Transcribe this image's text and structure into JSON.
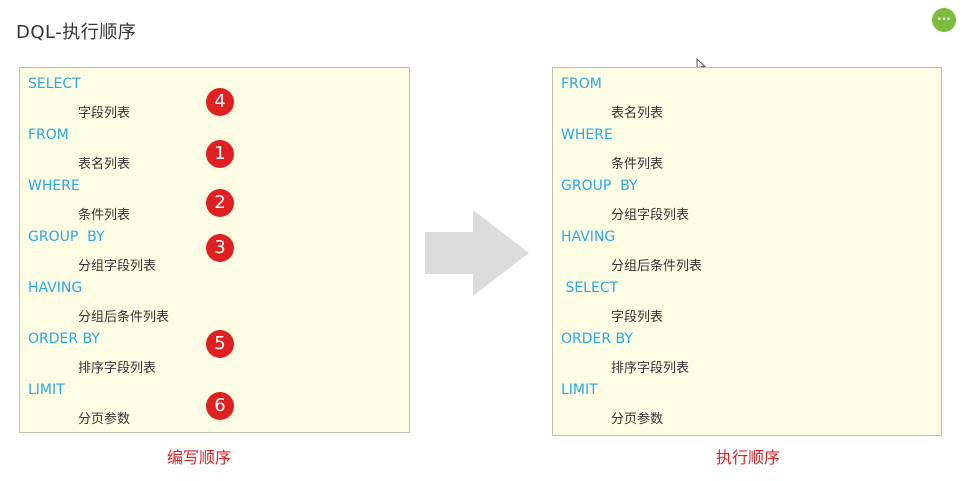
{
  "title": "DQL-执行顺序",
  "more_button": "···",
  "left": {
    "caption": "编写顺序",
    "items": [
      {
        "keyword": "SELECT",
        "detail": "字段列表",
        "badge": "4"
      },
      {
        "keyword": "FROM",
        "detail": "表名列表",
        "badge": "1"
      },
      {
        "keyword": "WHERE",
        "detail": "条件列表",
        "badge": "2"
      },
      {
        "keyword": "GROUP  BY",
        "detail": "分组字段列表",
        "badge": "3"
      },
      {
        "keyword": "HAVING",
        "detail": "分组后条件列表",
        "badge": ""
      },
      {
        "keyword": "ORDER BY",
        "detail": "排序字段列表",
        "badge": "5"
      },
      {
        "keyword": "LIMIT",
        "detail": "分页参数",
        "badge": "6"
      }
    ]
  },
  "right": {
    "caption": "执行顺序",
    "items": [
      {
        "keyword": "FROM",
        "detail": "表名列表"
      },
      {
        "keyword": "WHERE",
        "detail": "条件列表"
      },
      {
        "keyword": "GROUP  BY",
        "detail": "分组字段列表"
      },
      {
        "keyword": "HAVING",
        "detail": "分组后条件列表"
      },
      {
        "keyword": " SELECT",
        "detail": "字段列表"
      },
      {
        "keyword": "ORDER BY",
        "detail": "排序字段列表"
      },
      {
        "keyword": "LIMIT",
        "detail": "分页参数"
      }
    ]
  },
  "colors": {
    "keyword": "#2aa7e6",
    "badge": "#e02020",
    "caption": "#e02020",
    "box_fill": "#fdfde4",
    "arrow": "#dcdcdc"
  },
  "icons": {
    "more": "ellipsis-icon",
    "cursor": "mouse-cursor-icon",
    "arrow": "right-arrow-icon"
  }
}
